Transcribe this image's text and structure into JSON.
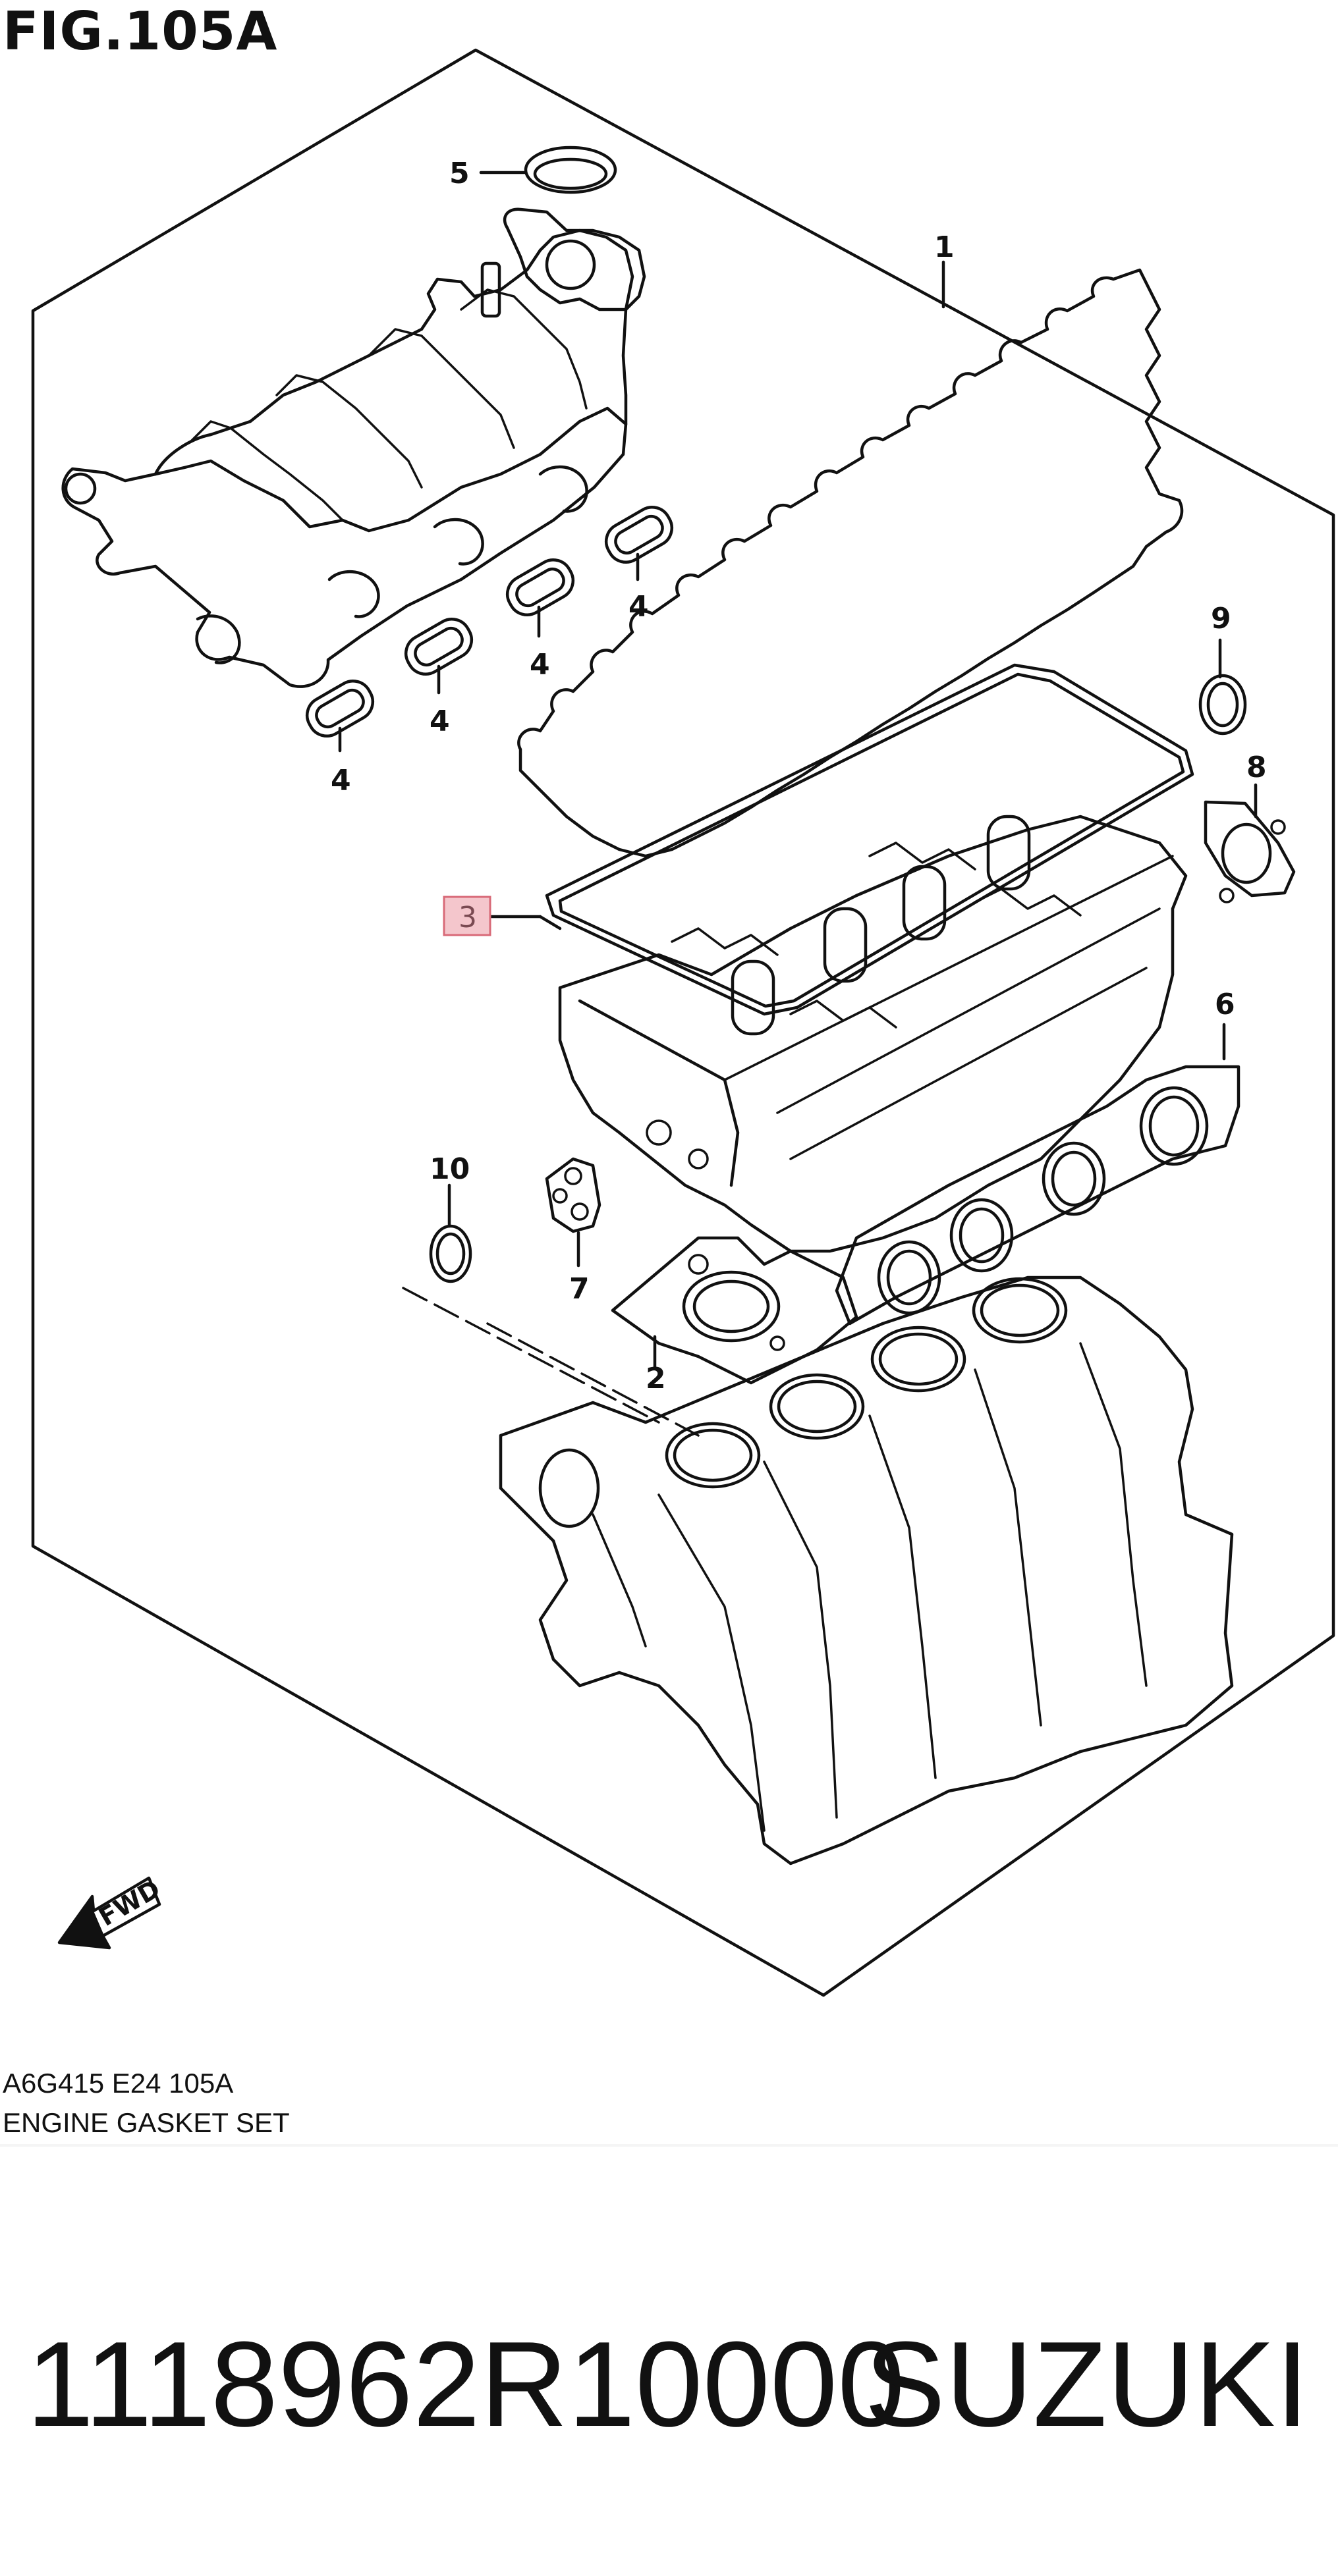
{
  "figure": {
    "title": "FIG.105A",
    "code": "A6G415 E24 105A",
    "name": "ENGINE GASKET SET"
  },
  "product": {
    "part_number": "1118962R10000",
    "brand": "SUZUKI"
  },
  "callouts": [
    {
      "id": "c1",
      "label": "1"
    },
    {
      "id": "c2",
      "label": "2"
    },
    {
      "id": "c3",
      "label": "3",
      "highlighted": true
    },
    {
      "id": "c4a",
      "label": "4"
    },
    {
      "id": "c4b",
      "label": "4"
    },
    {
      "id": "c4c",
      "label": "4"
    },
    {
      "id": "c4d",
      "label": "4"
    },
    {
      "id": "c5",
      "label": "5"
    },
    {
      "id": "c6",
      "label": "6"
    },
    {
      "id": "c7",
      "label": "7"
    },
    {
      "id": "c8",
      "label": "8"
    },
    {
      "id": "c9",
      "label": "9"
    },
    {
      "id": "c10",
      "label": "10"
    }
  ],
  "fwd_label": "FWD",
  "colors": {
    "line": "#111111",
    "highlight_fill": "#f4c6cc",
    "highlight_stroke": "#d86a78"
  }
}
